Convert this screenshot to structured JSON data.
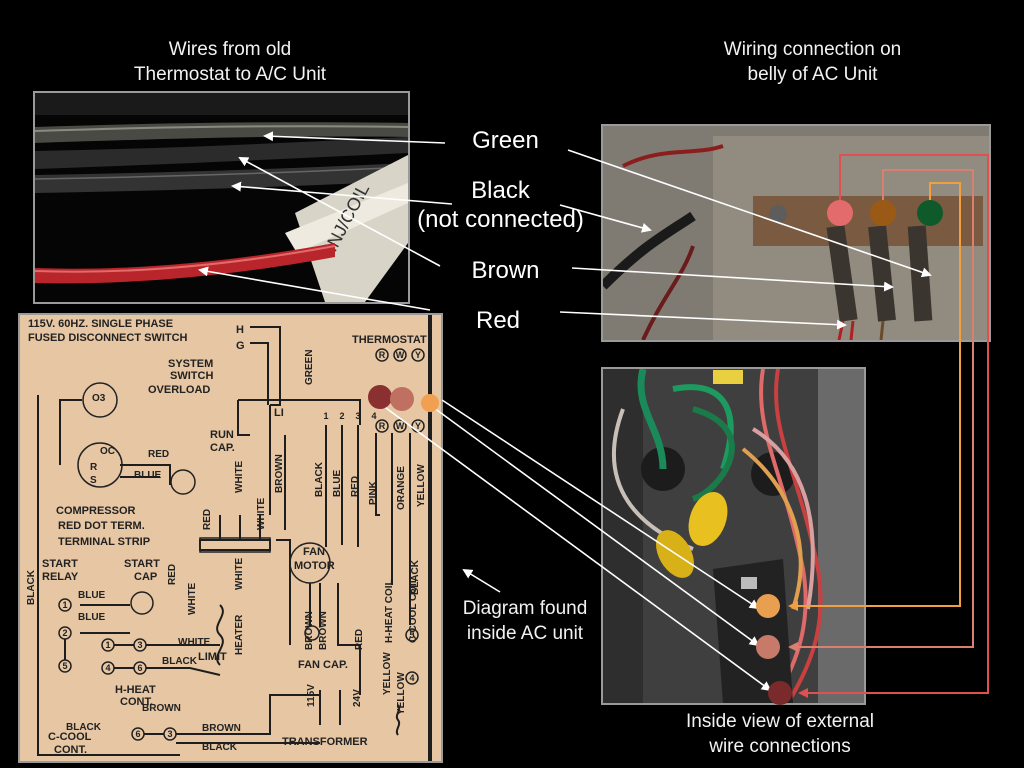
{
  "captions": {
    "wires_photo": [
      "Wires from old",
      "Thermostat to A/C Unit"
    ],
    "belly_photo": [
      "Wiring connection on",
      "belly of AC Unit"
    ],
    "diagram_note": [
      "Diagram found",
      "inside AC unit"
    ],
    "inside_photo": [
      "Inside view of external",
      "wire connections"
    ]
  },
  "wire_labels": {
    "green": "Green",
    "black": [
      "Black",
      "(not connected)"
    ],
    "brown": "Brown",
    "red": "Red"
  },
  "colors": {
    "red_dot": "#e36b6b",
    "brown_dot": "#9a5a16",
    "green_dot": "#0f5a2a",
    "orange_wire": "#f0a040",
    "salmon_wire": "#d98070",
    "dark_red_wire": "#8a2a2a"
  },
  "schematic": {
    "header": [
      "115V. 60HZ. SINGLE PHASE",
      "FUSED DISCONNECT SWITCH"
    ],
    "thermostat": "THERMOSTAT",
    "thermo_top": [
      "R",
      "W",
      "Y"
    ],
    "thermo_bottom": [
      "R",
      "W",
      "Y"
    ],
    "hg": [
      "H",
      "G"
    ],
    "system_switch": [
      "SYSTEM",
      "SWITCH"
    ],
    "overload": "OVERLOAD",
    "o3": "O3",
    "run_cap": [
      "RUN",
      "CAP."
    ],
    "compressor": "COMPRESSOR",
    "red_dot_term": "RED DOT TERM.",
    "terminal_strip": "TERMINAL STRIP",
    "start_relay": [
      "START",
      "RELAY"
    ],
    "start_cap": [
      "START",
      "CAP"
    ],
    "fan_motor": [
      "FAN",
      "MOTOR"
    ],
    "fan_cap": "FAN CAP.",
    "heater": "HEATER",
    "limit": "LIMIT",
    "h_heat_cont": [
      "H-HEAT",
      "CONT."
    ],
    "c_cool_cont": [
      "C-COOL",
      "CONT."
    ],
    "transformer": "TRANSFORMER",
    "h_heat_coil": "H-HEAT COIL",
    "c_cool_coil": "C-COOL COIL",
    "v115": "115V",
    "v24": "24V",
    "green": "GREEN",
    "li": "LI",
    "oc": "OC",
    "r": "R",
    "s": "S",
    "wire_labels": {
      "red": "RED",
      "blue": "BLUE",
      "white": "WHITE",
      "brown": "BROWN",
      "black": "BLACK",
      "pink": "PINK",
      "orange": "ORANGE",
      "yellow": "YELLOW"
    },
    "numbers": [
      "1",
      "2",
      "3",
      "4",
      "5",
      "6"
    ]
  }
}
